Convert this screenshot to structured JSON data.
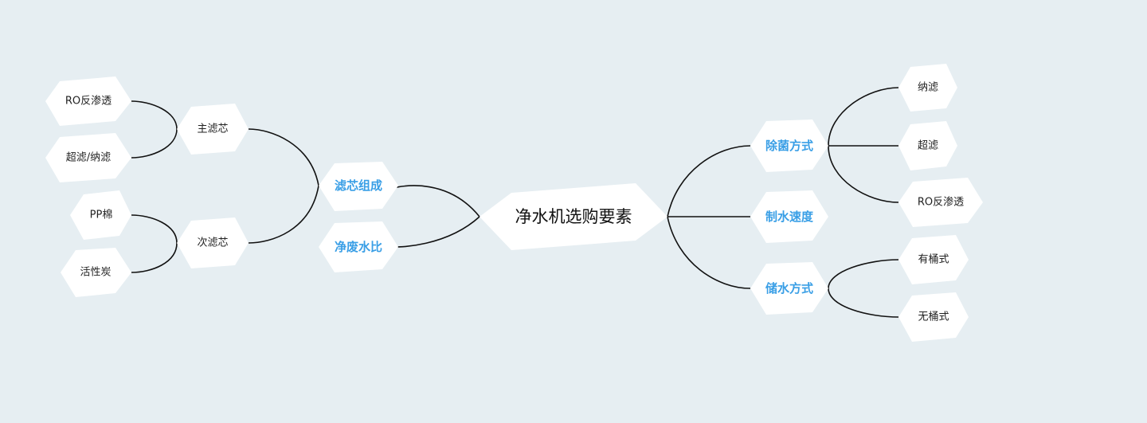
{
  "mindmap": {
    "root": "净水机选购要素",
    "left": [
      {
        "label": "滤芯组成",
        "children": [
          {
            "label": "主滤芯",
            "children": [
              {
                "label": "RO反渗透"
              },
              {
                "label": "超滤/纳滤"
              }
            ]
          },
          {
            "label": "次滤芯",
            "children": [
              {
                "label": "PP棉"
              },
              {
                "label": "活性炭"
              }
            ]
          }
        ]
      },
      {
        "label": "净废水比",
        "children": []
      }
    ],
    "right": [
      {
        "label": "除菌方式",
        "children": [
          {
            "label": "纳滤"
          },
          {
            "label": "超滤"
          },
          {
            "label": "RO反渗透"
          }
        ]
      },
      {
        "label": "制水速度",
        "children": []
      },
      {
        "label": "储水方式",
        "children": [
          {
            "label": "有桶式"
          },
          {
            "label": "无桶式"
          }
        ]
      }
    ]
  },
  "colors": {
    "background": "#e6eef2",
    "node_fill": "#ffffff",
    "branch_text": "#3a9fe6",
    "link": "#111111"
  }
}
